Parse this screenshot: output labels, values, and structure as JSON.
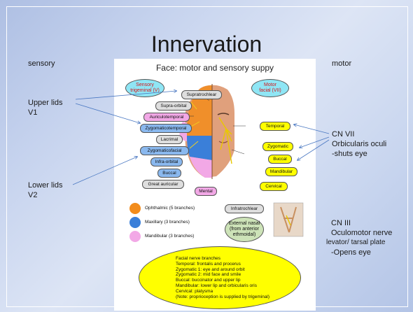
{
  "slide": {
    "title": "Innervation",
    "left_heading": "sensory",
    "right_heading": "motor",
    "upper_lids": [
      "Upper lids",
      "V1"
    ],
    "lower_lids": [
      "Lower lids",
      "V2"
    ],
    "cn7": [
      "CN VII",
      "Orbicularis oculi",
      "-shuts eye"
    ],
    "cn3": [
      "CN III",
      "Oculomotor nerve",
      "levator/ tarsal plate",
      "-Opens eye"
    ]
  },
  "figure": {
    "title": "Face: motor and sensory suppy",
    "sensory_label": [
      "Sensory",
      "trigeminal (V)"
    ],
    "motor_label": [
      "Motor",
      "facial (VII)"
    ],
    "sensory_nerves": [
      "Supratrochlear",
      "Supra-orbital",
      "Auriculotemporal",
      "Zygomaticotemporal",
      "Lacrimal",
      "Zygomaticofacial",
      "Infra-orbital",
      "Buccal",
      "Great auricular",
      "Mental"
    ],
    "motor_nerves": [
      "Temporal",
      "Zygomatic",
      "Buccal",
      "Mandibular",
      "Cervical"
    ],
    "legend": [
      "Ophthalmic (5 branches)",
      "Maxillary (3 branches)",
      "Mandibular (3 branches)"
    ],
    "infratrochlear": "Infratrochlear",
    "external_nasal": [
      "External nasal",
      "(from anterior",
      "ethmoidal)"
    ],
    "info_lines": [
      "Facial nerve branches",
      "Temporal: frontalis and procerus",
      "Zygomatic 1: eye and around orbit",
      "Zygomatic 2: mid face and smile",
      "Buccal: buccinator and upper lip",
      "Mandibular: lower lip and orbicularis oris",
      "Cervical: platysma",
      "(Note: proprioception is supplied by trigeminal)"
    ]
  },
  "colors": {
    "ophthalmic": "#f28c1c",
    "maxillary": "#3a7fd9",
    "mandibular": "#f2a8e6",
    "motor_yellow": "#ffff00",
    "sensory_cyan": "#8fe6f5",
    "arrow": "#4a78c2"
  }
}
